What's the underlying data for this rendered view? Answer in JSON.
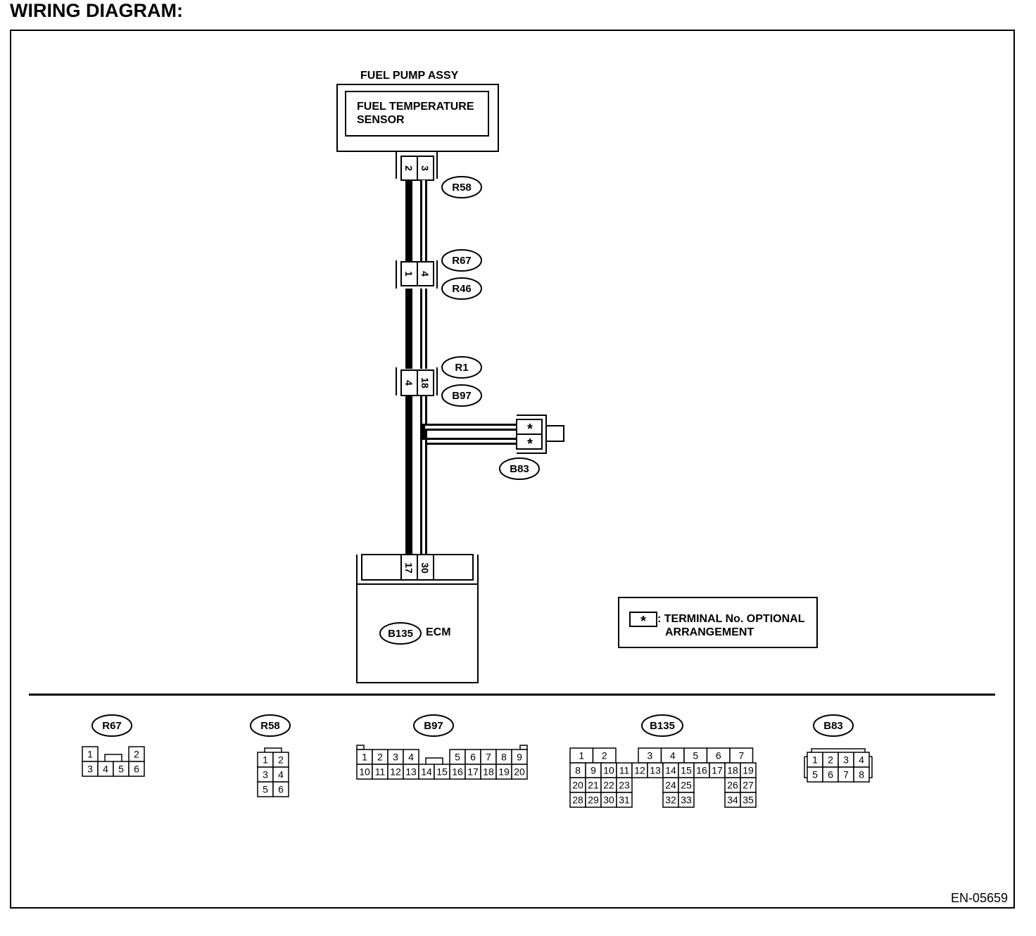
{
  "title": "WIRING DIAGRAM:",
  "components": {
    "fuel_pump_assy": "FUEL PUMP ASSY",
    "sensor_line1": "FUEL TEMPERATURE",
    "sensor_line2": "SENSOR",
    "ecm": "ECM"
  },
  "connectors": {
    "r58": "R58",
    "r67": "R67",
    "r46": "R46",
    "r1": "R1",
    "b97": "B97",
    "b83": "B83",
    "b135": "B135"
  },
  "pins": {
    "r58": [
      "2",
      "3"
    ],
    "r67_r46": [
      "1",
      "4"
    ],
    "r1_b97": [
      "4",
      "18"
    ],
    "b83": [
      "*",
      "*"
    ],
    "ecm": [
      "17",
      "30"
    ]
  },
  "legend": {
    "symbol": "*",
    "line1": ": TERMINAL No. OPTIONAL",
    "line2": "ARRANGEMENT"
  },
  "connector_views": {
    "r67": [
      "1",
      "2",
      "3",
      "4",
      "5",
      "6"
    ],
    "r58": [
      "1",
      "2",
      "3",
      "4",
      "5",
      "6"
    ],
    "b97": [
      "1",
      "2",
      "3",
      "4",
      "5",
      "6",
      "7",
      "8",
      "9",
      "10",
      "11",
      "12",
      "13",
      "14",
      "15",
      "16",
      "17",
      "18",
      "19",
      "20"
    ],
    "b135": [
      "1",
      "2",
      "3",
      "4",
      "5",
      "6",
      "7",
      "8",
      "9",
      "10",
      "11",
      "12",
      "13",
      "14",
      "15",
      "16",
      "17",
      "18",
      "19",
      "20",
      "21",
      "22",
      "23",
      "24",
      "25",
      "26",
      "27",
      "28",
      "29",
      "30",
      "31",
      "32",
      "33",
      "34",
      "35"
    ],
    "b83": [
      "1",
      "2",
      "3",
      "4",
      "5",
      "6",
      "7",
      "8"
    ]
  },
  "figure_code": "EN-05659"
}
